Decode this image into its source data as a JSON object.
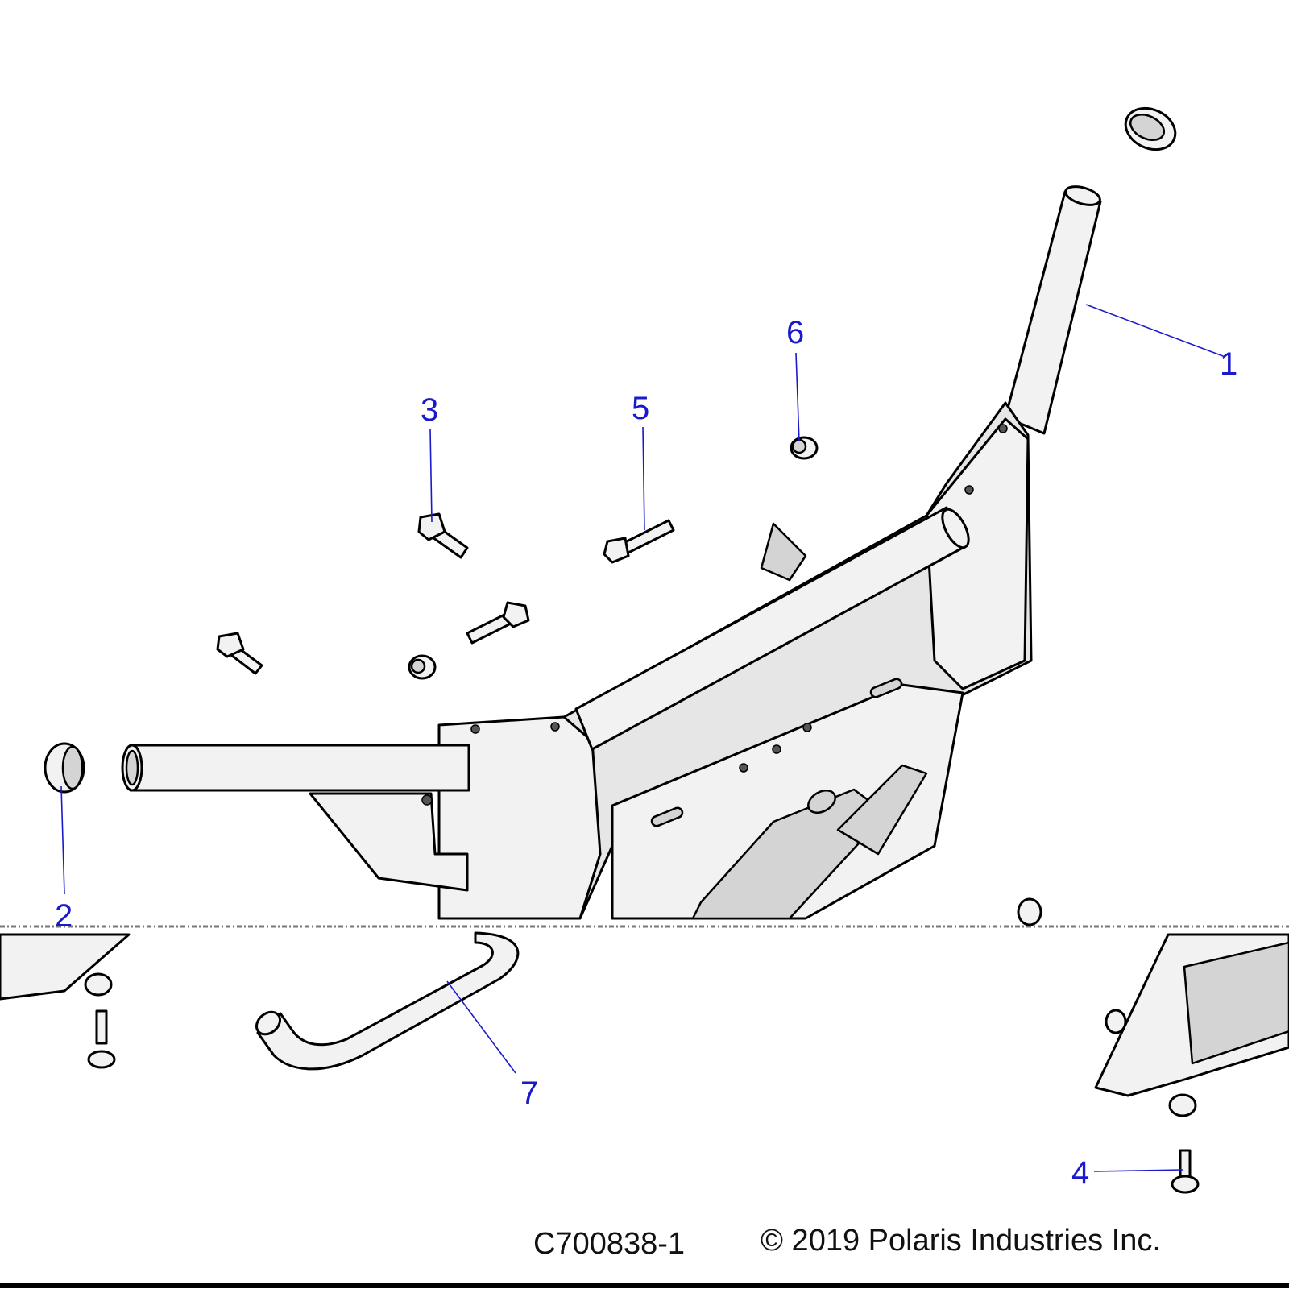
{
  "diagram": {
    "callouts": [
      {
        "id": "1",
        "label": "1"
      },
      {
        "id": "2",
        "label": "2"
      },
      {
        "id": "3",
        "label": "3"
      },
      {
        "id": "4",
        "label": "4"
      },
      {
        "id": "5",
        "label": "5"
      },
      {
        "id": "6",
        "label": "6"
      },
      {
        "id": "7",
        "label": "7"
      }
    ],
    "drawing_number": "C700838-1",
    "copyright": "© 2019 Polaris Industries Inc.",
    "colors": {
      "callout": "#1a1acc",
      "line": "#000000",
      "part_fill": "#f2f2f2"
    }
  }
}
